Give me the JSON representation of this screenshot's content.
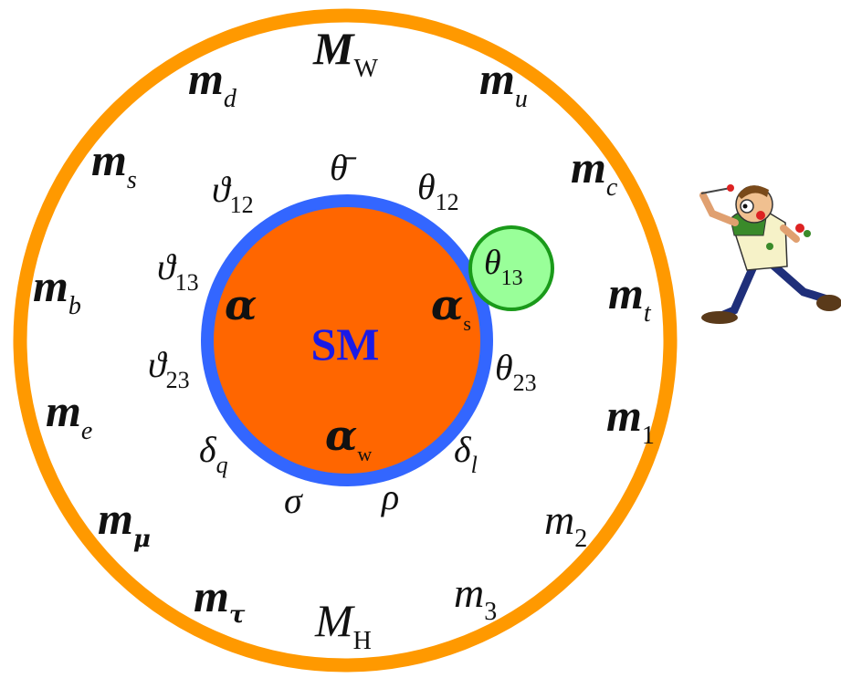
{
  "diagram": {
    "center_label": "SM",
    "colors": {
      "outer_ring": "#FF9900",
      "inner_ring": "#3366FF",
      "core": "#FF6600",
      "center_text": "#1A1AE6",
      "highlight_fill": "#99FF99",
      "highlight_stroke": "#1A9A1A",
      "text": "#111111"
    },
    "outer_masses": [
      {
        "base": "M",
        "sub": "W"
      },
      {
        "base": "m",
        "sub": "u"
      },
      {
        "base": "m",
        "sub": "c"
      },
      {
        "base": "m",
        "sub": "t"
      },
      {
        "base": "m",
        "sub": "1"
      },
      {
        "base": "m",
        "sub": "2"
      },
      {
        "base": "m",
        "sub": "3"
      },
      {
        "base": "M",
        "sub": "H"
      },
      {
        "base": "m",
        "sub": "τ"
      },
      {
        "base": "m",
        "sub": "μ"
      },
      {
        "base": "m",
        "sub": "e"
      },
      {
        "base": "m",
        "sub": "b"
      },
      {
        "base": "m",
        "sub": "s"
      },
      {
        "base": "m",
        "sub": "d"
      }
    ],
    "middle_params": [
      {
        "base": "θ̄",
        "sub": ""
      },
      {
        "base": "θ",
        "sub": "12"
      },
      {
        "base": "θ",
        "sub": "13"
      },
      {
        "base": "θ",
        "sub": "23"
      },
      {
        "base": "δ",
        "sub": "l"
      },
      {
        "base": "ρ",
        "sub": ""
      },
      {
        "base": "σ",
        "sub": ""
      },
      {
        "base": "δ",
        "sub": "q"
      },
      {
        "base": "ϑ",
        "sub": "23"
      },
      {
        "base": "ϑ",
        "sub": "13"
      },
      {
        "base": "ϑ",
        "sub": "12"
      }
    ],
    "couplings": [
      {
        "base": "α",
        "sub": ""
      },
      {
        "base": "α",
        "sub": "s"
      },
      {
        "base": "α",
        "sub": "w"
      }
    ],
    "highlighted": {
      "base": "θ",
      "sub": "13"
    },
    "side_icon": "dart-thrower-cartoon"
  }
}
